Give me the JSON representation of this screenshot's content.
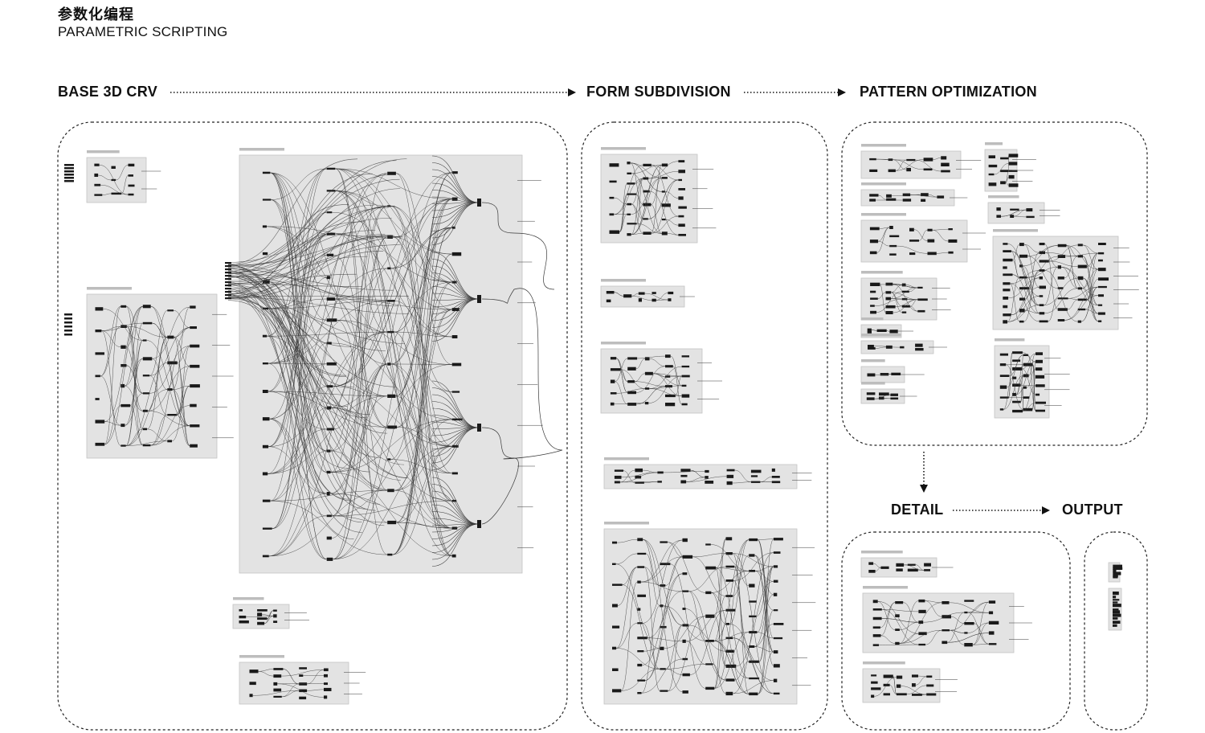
{
  "header": {
    "title_zh": "参数化编程",
    "title_en": "PARAMETRIC SCRIPTING"
  },
  "stages": [
    {
      "id": "base",
      "label": "BASE 3D CRV"
    },
    {
      "id": "form",
      "label": "FORM SUBDIVISION"
    },
    {
      "id": "pattern",
      "label": "PATTERN OPTIMIZATION"
    },
    {
      "id": "detail",
      "label": "DETAIL"
    },
    {
      "id": "output",
      "label": "OUTPUT"
    }
  ],
  "flow": [
    {
      "from": "BASE 3D CRV",
      "to": "FORM SUBDIVISION"
    },
    {
      "from": "FORM SUBDIVISION",
      "to": "PATTERN OPTIMIZATION"
    },
    {
      "from": "PATTERN OPTIMIZATION",
      "to": "DETAIL"
    },
    {
      "from": "DETAIL",
      "to": "OUTPUT"
    }
  ],
  "colors": {
    "group_fill": "#e3e3e3",
    "group_stroke": "#c4c4c4",
    "tag": "#bdbdbd",
    "node": "#1a1a1a",
    "wire": "#3a3a3a",
    "frame": "#222222"
  }
}
